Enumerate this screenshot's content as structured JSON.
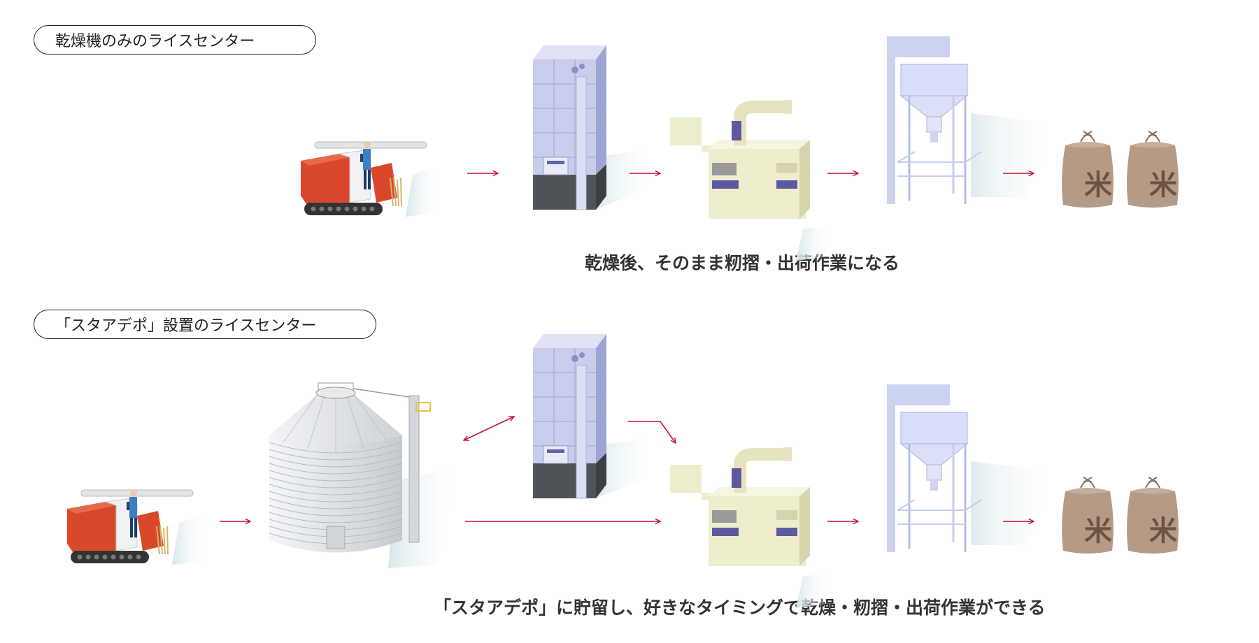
{
  "section1": {
    "label": "乾燥機のみのライスセンター",
    "caption": "乾燥後、そのまま籾摺・出荷作業になる"
  },
  "section2": {
    "label": "「スタアデポ」設置のライスセンター",
    "caption": "「スタアデポ」に貯留し、好きなタイミングで乾燥・籾摺・出荷作業ができる"
  },
  "bag_label": "米",
  "colors": {
    "arrow": "#c8102e",
    "harvester_body": "#d9482b",
    "dryer": "#c9cdec",
    "huller": "#eeedcd",
    "hopper": "#ccd3ee",
    "bag": "#b59a86",
    "silo": "#e2e4e7"
  },
  "icons": [
    "combine-harvester-icon",
    "grain-dryer-icon",
    "rice-huller-icon",
    "grain-hopper-icon",
    "rice-bag-icon",
    "storage-silo-icon",
    "flow-arrow-icon"
  ]
}
